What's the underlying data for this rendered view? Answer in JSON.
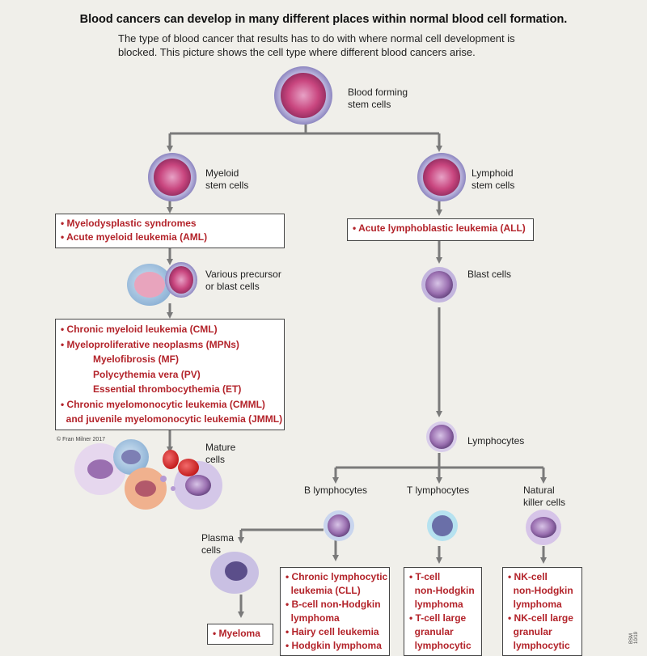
{
  "header": {
    "title": "Blood cancers can develop in many different places within normal blood cell formation.",
    "subtitle": "The type of blood cancer that results has to do with where normal cell development is blocked. This picture shows the cell type where different blood cancers arise."
  },
  "cells": {
    "stem": "Blood forming\nstem cells",
    "myeloid": "Myeloid\nstem cells",
    "lymphoid": "Lymphoid\nstem cells",
    "precursor": "Various precursor\nor blast cells",
    "blast": "Blast cells",
    "mature": "Mature\ncells",
    "lymphocytes": "Lymphocytes",
    "b": "B lymphocytes",
    "t": "T lymphocytes",
    "nk": "Natural\nkiller cells",
    "plasma": "Plasma\ncells"
  },
  "boxes": {
    "myeloid": [
      "• Myelodysplastic syndromes",
      "• Acute myeloid leukemia (AML)"
    ],
    "lymphoid": [
      "• Acute lymphoblastic leukemia (ALL)"
    ],
    "precursor": {
      "cml": "• Chronic myeloid leukemia (CML)",
      "mpn": "• Myeloproliferative neoplasms (MPNs)",
      "mpn_sub": [
        "Myelofibrosis (MF)",
        "Polycythemia vera (PV)",
        "Essential thrombocythemia (ET)"
      ],
      "cmml": "• Chronic myelomonocytic leukemia (CMML)",
      "jmml": "  and juvenile myelomonocytic leukemia (JMML)"
    },
    "plasma": "• Myeloma",
    "b": [
      "• Chronic lymphocytic\n  leukemia (CLL)",
      "• B-cell non-Hodgkin\n  lymphoma",
      "• Hairy cell leukemia",
      "• Hodgkin lymphoma"
    ],
    "t": [
      "• T-cell\n  non-Hodgkin\n  lymphoma",
      "• T-cell large\n  granular\n  lymphocytic"
    ],
    "nk": [
      "• NK-cell\n  non-Hodgkin\n  lymphoma",
      "• NK-cell large\n  granular\n  lymphocytic"
    ]
  },
  "copyright": "© Fran Milner 2017",
  "code": "BSM 10/19",
  "colors": {
    "cancer_text": "#b3232a",
    "arrow": "#7a7a7a",
    "background": "#f0efea",
    "cell_pink": "#c9467f",
    "cell_purple": "#9a6fb0"
  }
}
